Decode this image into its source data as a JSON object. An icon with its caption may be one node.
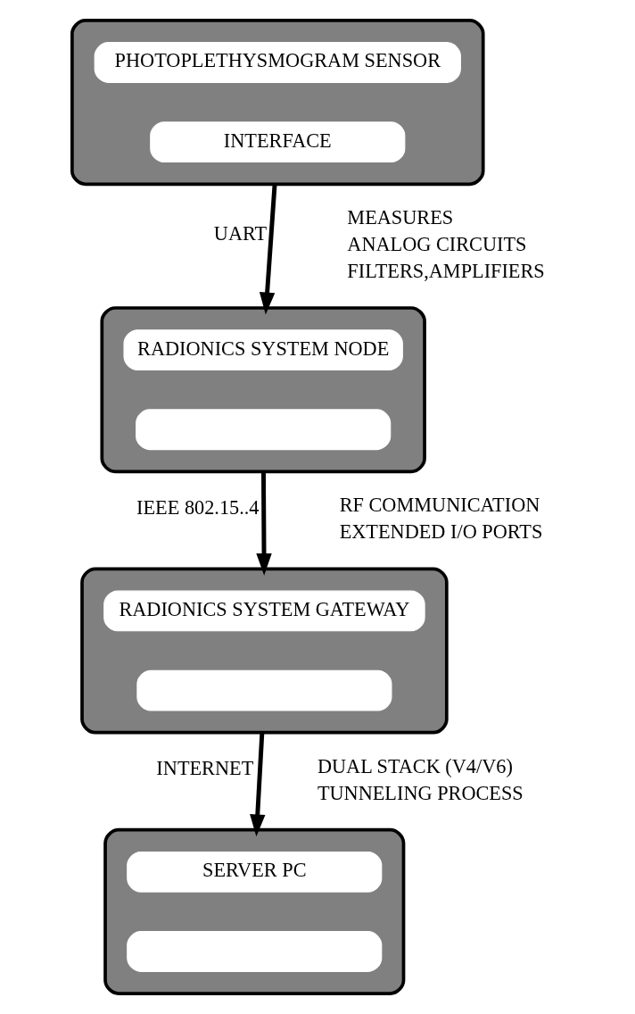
{
  "diagram": {
    "nodes": [
      {
        "text": [],
        "shape": "box"
      },
      {
        "text": [
          "PHOTOPLETHYSMOGRAM SENSOR"
        ],
        "in": 0
      },
      {
        "text": [
          "INTERFACE"
        ],
        "in": 0
      },
      {
        "text": [],
        "shape": "box"
      },
      {
        "text": [
          "RADIONICS SYSTEM NODE"
        ],
        "in": 3
      },
      {
        "text": [],
        "shape": "box",
        "in": 3
      },
      {
        "text": [],
        "shape": "box"
      },
      {
        "text": [
          "RADIONICS SYSTEM GATEWAY"
        ],
        "in": 6
      },
      {
        "text": [],
        "shape": "box",
        "in": 6
      },
      {
        "text": [],
        "shape": "box"
      },
      {
        "text": [
          "SERVER PC"
        ],
        "in": 9
      },
      {
        "text": [],
        "shape": "box",
        "in": 9
      }
    ],
    "edges": [
      {
        "from": 0,
        "to": 3,
        "arrow": "to",
        "label": "UART"
      },
      {
        "from": 3,
        "to": 6,
        "arrow": "to",
        "label": "IEEE 802.15..4"
      },
      {
        "from": 6,
        "to": 9,
        "arrow": "to",
        "label": "INTERNET"
      }
    ],
    "labels": [
      "MEASURES",
      "ANALOG CIRCUITS",
      "FILTERS,AMPLIFIERS",
      "RF COMMUNICATION",
      "EXTENDED I/O PORTS",
      "DUAL STACK (V4/V6)",
      "TUNNELING PROCESS"
    ]
  }
}
